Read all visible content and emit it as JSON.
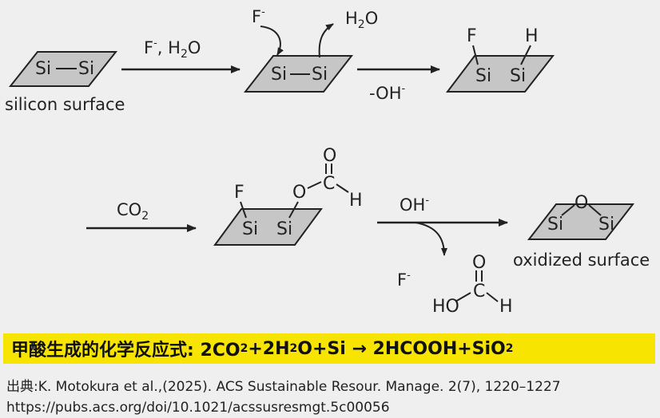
{
  "scheme": {
    "surface1": {
      "atom_left": "Si",
      "atom_right": "Si",
      "caption": "silicon surface"
    },
    "step1_reagents": {
      "fluoride": "F",
      "charge": "-",
      "sep": ",",
      "h": "H",
      "sub2": "2",
      "o": "O"
    },
    "surface2": {
      "atom_left": "Si",
      "atom_right": "Si",
      "incoming": "F",
      "incoming_charge": "-",
      "leaving_h": "H",
      "leaving_sub": "2",
      "leaving_o": "O"
    },
    "step2_byproduct": {
      "text": "-OH",
      "charge": "-"
    },
    "surface3": {
      "atom_left": "Si",
      "atom_right": "Si",
      "top_left": "F",
      "top_right": "H"
    },
    "step3_reagent": {
      "c": "CO",
      "sub": "2"
    },
    "surface4": {
      "atom_left": "Si",
      "atom_right": "Si",
      "top_left": "F",
      "o_link": "O",
      "carbonyl_o": "O",
      "carbon": "C",
      "hydrogen": "H"
    },
    "step4_reagent": {
      "text": "OH",
      "charge": "-"
    },
    "byproduct_fluoride": {
      "text": "F",
      "charge": "-"
    },
    "formic_acid": {
      "ho": "HO",
      "carbon": "C",
      "carbonyl_o": "O",
      "hydrogen": "H"
    },
    "surface5": {
      "atom_left": "Si",
      "atom_right": "Si",
      "bridge_o": "O",
      "caption": "oxidized surface"
    }
  },
  "banner": {
    "prefix": "甲酸生成的化学反应式: 2CO",
    "s1": "2",
    "mid": "+2H",
    "s2": "2",
    "mid2": "O+Si → 2HCOOH+SiO",
    "s3": "2"
  },
  "source": {
    "line1": "出典:K. Motokura et al.,(2025). ACS Sustainable Resour. Manage. 2(7), 1220–1227",
    "line2": "https://pubs.acs.org/doi/10.1021/acssusresmgt.5c00056"
  },
  "colors": {
    "background": "#efefef",
    "banner": "#f7e400",
    "surface_fill": "#c6c6c6",
    "ink": "#222222"
  }
}
